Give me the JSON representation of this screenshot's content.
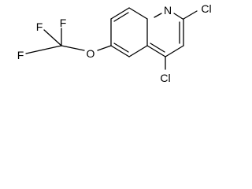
{
  "molecule": {
    "atoms": {
      "n1": "N",
      "cl2": "Cl",
      "cl4": "Cl",
      "o": "O",
      "f1": "F",
      "f2": "F",
      "f3": "F"
    }
  },
  "colors": {
    "bond": "#000000",
    "label": "#000000",
    "background": "#ffffff"
  }
}
